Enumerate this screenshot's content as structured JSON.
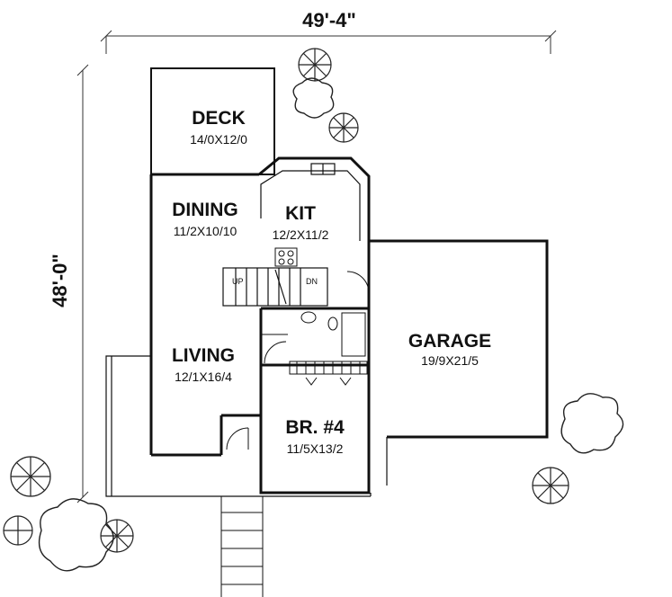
{
  "dimensions": {
    "width": "49'-4\"",
    "depth": "48'-0\""
  },
  "rooms": {
    "deck": {
      "name": "DECK",
      "size": "14/0X12/0"
    },
    "dining": {
      "name": "DINING",
      "size": "11/2X10/10"
    },
    "kitchen": {
      "name": "KIT",
      "size": "12/2X11/2"
    },
    "living": {
      "name": "LIVING",
      "size": "12/1X16/4"
    },
    "garage": {
      "name": "GARAGE",
      "size": "19/9X21/5"
    },
    "bedroom4": {
      "name": "BR. #4",
      "size": "11/5X13/2"
    }
  },
  "stairs": {
    "up": "UP",
    "down": "DN"
  },
  "colors": {
    "line": "#111111",
    "background": "#ffffff",
    "tree": "#222222"
  }
}
